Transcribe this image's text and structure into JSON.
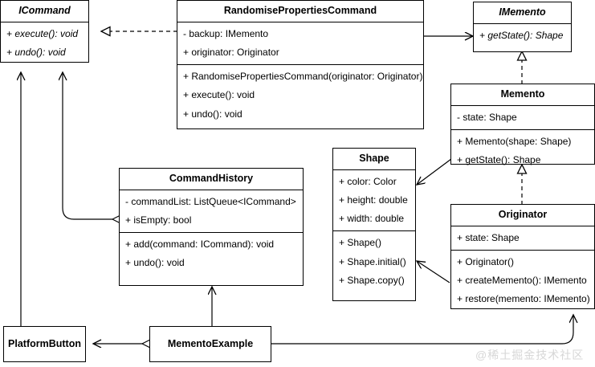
{
  "diagram": {
    "kind": "uml-class-diagram",
    "background": "#ffffff",
    "line_color": "#000000",
    "watermark": "@稀土掘金技术社区"
  },
  "classes": {
    "icommand": {
      "name": "ICommand",
      "stereotype": "interface",
      "attributes": [],
      "methods": [
        "+ execute(): void",
        "+ undo(): void"
      ]
    },
    "randomise": {
      "name": "RandomisePropertiesCommand",
      "stereotype": "class",
      "attributes": [
        "- backup: IMemento",
        "+ originator: Originator"
      ],
      "methods": [
        "+ RandomisePropertiesCommand(originator: Originator)",
        "+ execute(): void",
        "+ undo(): void"
      ]
    },
    "imemento": {
      "name": "IMemento",
      "stereotype": "interface",
      "attributes": [],
      "methods": [
        "+ getState(): Shape"
      ]
    },
    "memento": {
      "name": "Memento",
      "stereotype": "class",
      "attributes": [
        "- state: Shape"
      ],
      "methods": [
        "+ Memento(shape: Shape)",
        "+ getState(): Shape"
      ]
    },
    "originator": {
      "name": "Originator",
      "stereotype": "class",
      "attributes": [
        "+ state: Shape"
      ],
      "methods": [
        "+ Originator()",
        "+ createMemento(): IMemento",
        "+ restore(memento: IMemento)"
      ]
    },
    "shape": {
      "name": "Shape",
      "stereotype": "class",
      "attributes": [
        "+ color: Color",
        "+ height: double",
        "+ width: double"
      ],
      "methods": [
        "+ Shape()",
        "+ Shape.initial()",
        "+ Shape.copy()"
      ]
    },
    "commandhistory": {
      "name": "CommandHistory",
      "stereotype": "class",
      "attributes": [
        "- commandList: ListQueue<ICommand>",
        "+ isEmpty: bool"
      ],
      "methods": [
        "+ add(command: ICommand): void",
        "+ undo(): void"
      ]
    },
    "platformbutton": {
      "name": "PlatformButton",
      "stereotype": "class",
      "attributes": [],
      "methods": []
    },
    "mementoexample": {
      "name": "MementoExample",
      "stereotype": "class",
      "attributes": [],
      "methods": []
    }
  },
  "relationships": [
    {
      "id": "rel-randomise-realizes-icommand",
      "from": "randomise",
      "to": "icommand",
      "type": "realization",
      "style": "dashed",
      "head": "hollow-triangle"
    },
    {
      "id": "rel-randomise-uses-imemento",
      "from": "randomise",
      "to": "imemento",
      "type": "association",
      "style": "solid",
      "head": "open-arrow"
    },
    {
      "id": "rel-memento-realizes-imemento",
      "from": "memento",
      "to": "imemento",
      "type": "realization",
      "style": "dashed",
      "head": "hollow-triangle"
    },
    {
      "id": "rel-originator-realizes-memento",
      "from": "originator",
      "to": "memento",
      "type": "realization",
      "style": "dashed",
      "head": "hollow-triangle"
    },
    {
      "id": "rel-memento-uses-shape",
      "from": "memento",
      "to": "shape",
      "type": "association",
      "style": "solid",
      "head": "open-arrow"
    },
    {
      "id": "rel-originator-uses-shape",
      "from": "originator",
      "to": "shape",
      "type": "association",
      "style": "solid",
      "head": "open-arrow"
    },
    {
      "id": "rel-commandhistory-aggregates-icommand",
      "from": "commandhistory",
      "to": "icommand",
      "type": "aggregation",
      "style": "solid",
      "head": "open-arrow",
      "tail": "hollow-diamond"
    },
    {
      "id": "rel-platformbutton-uses-icommand",
      "from": "platformbutton",
      "to": "icommand",
      "type": "association",
      "style": "solid",
      "head": "open-arrow"
    },
    {
      "id": "rel-mementoexample-aggregates-platformbutton",
      "from": "mementoexample",
      "to": "platformbutton",
      "type": "aggregation",
      "style": "solid",
      "head": "open-arrow",
      "tail": "hollow-diamond"
    },
    {
      "id": "rel-mementoexample-uses-commandhistory",
      "from": "mementoexample",
      "to": "commandhistory",
      "type": "association",
      "style": "solid",
      "head": "open-arrow"
    },
    {
      "id": "rel-mementoexample-uses-originator",
      "from": "mementoexample",
      "to": "originator",
      "type": "association",
      "style": "solid",
      "head": "open-arrow"
    }
  ]
}
